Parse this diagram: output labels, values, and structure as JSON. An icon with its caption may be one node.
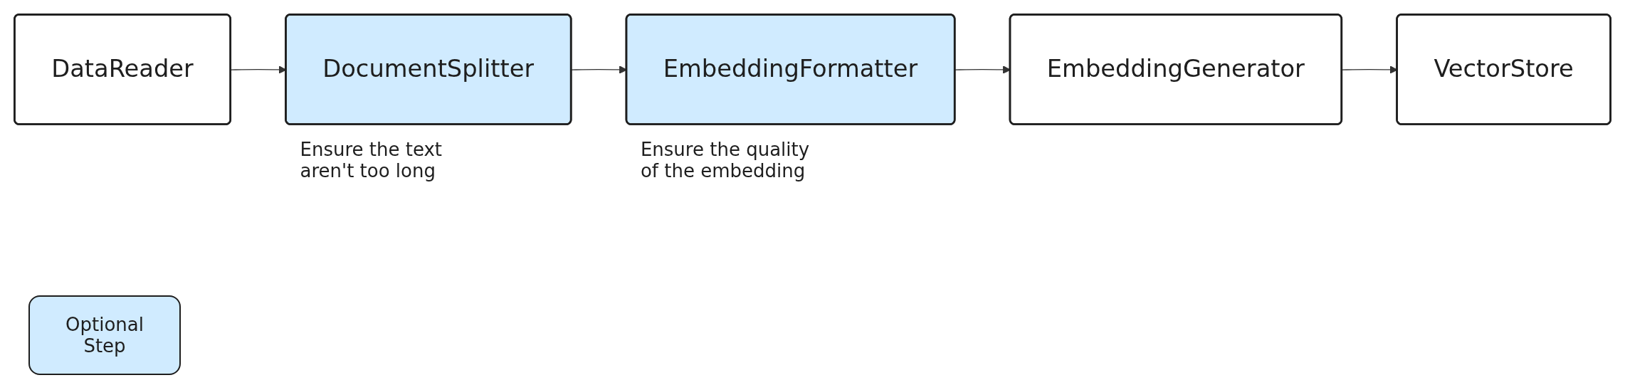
{
  "diagram": {
    "nodes": [
      {
        "text": [
          "DataReader"
        ]
      },
      {
        "text": [
          "DocumentSplitter"
        ],
        "beside": [
          "Ensure the text aren't too long"
        ]
      },
      {
        "text": [
          "EmbeddingFormatter"
        ],
        "beside": [
          "Ensure the quality of the embedding"
        ]
      },
      {
        "text": [
          "EmbeddingGenerator"
        ]
      },
      {
        "text": [
          "VectorStore"
        ]
      }
    ],
    "edges": [
      {
        "from": 0,
        "to": 1,
        "arrow": "to"
      },
      {
        "from": 1,
        "to": 2,
        "arrow": "to"
      },
      {
        "from": 2,
        "to": 3,
        "arrow": "to"
      },
      {
        "from": 3,
        "to": 4,
        "arrow": "to"
      }
    ],
    "legend": [
      {
        "text": "Optional Step",
        "color": "#d0ebff"
      }
    ]
  }
}
